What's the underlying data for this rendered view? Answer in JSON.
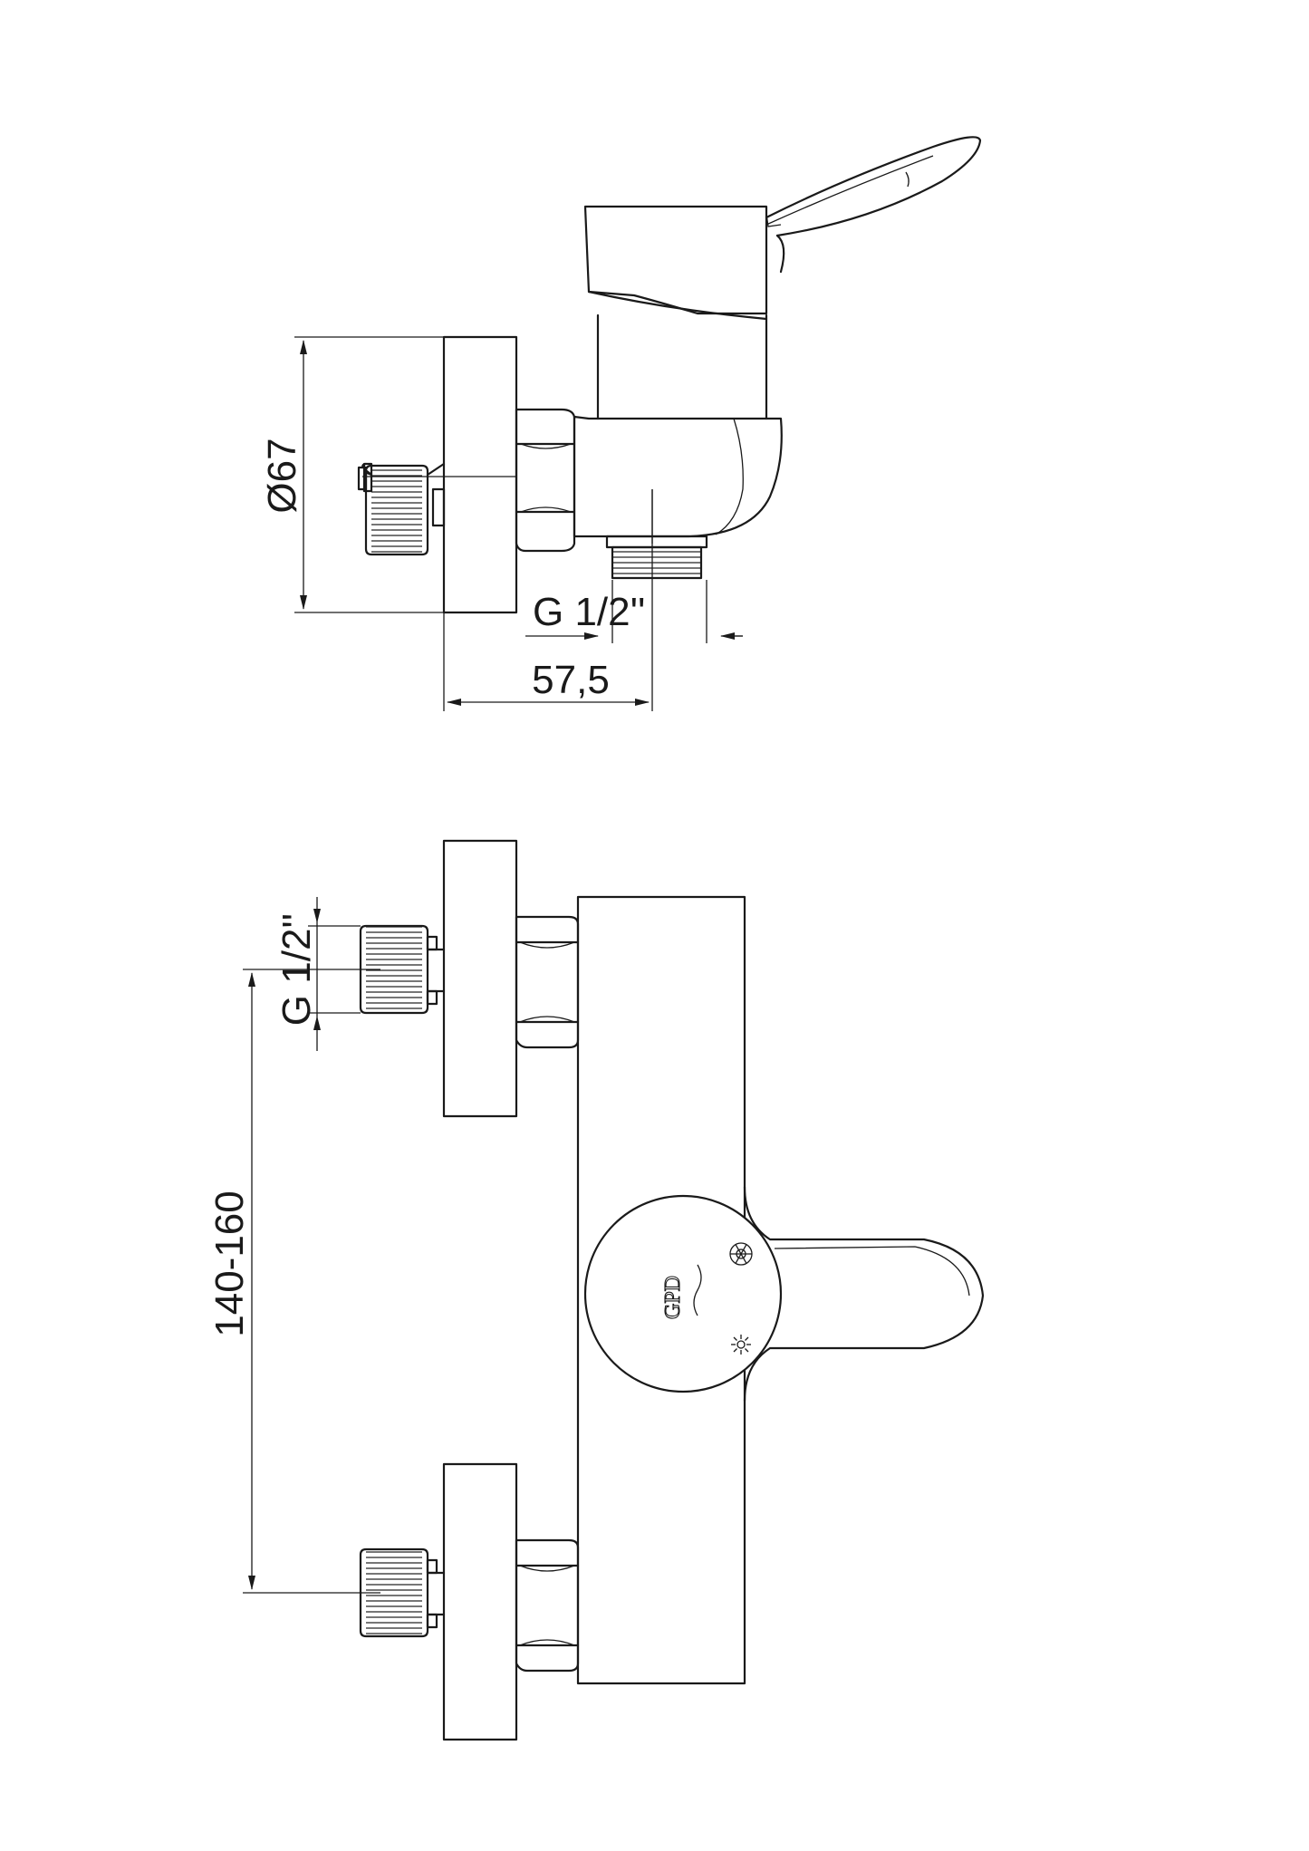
{
  "dimensions": {
    "top_view_diameter": "Ø67",
    "top_view_thread": "G 1/2''",
    "top_view_depth": "57,5",
    "front_view_thread": "G 1/2''",
    "front_view_spacing": "140-160"
  },
  "logo": {
    "text": "GPD"
  },
  "icons": {
    "cold": "snowflake-icon",
    "hot": "sun-icon"
  }
}
